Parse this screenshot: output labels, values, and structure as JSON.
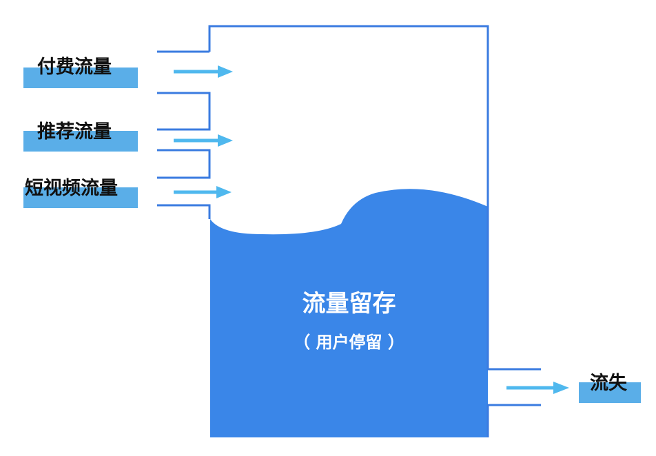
{
  "inlets": [
    {
      "label": "付费流量"
    },
    {
      "label": "推荐流量"
    },
    {
      "label": "短视频流量"
    }
  ],
  "tank": {
    "title": "流量留存",
    "subtitle": "（ 用户停留 ）"
  },
  "outlet": {
    "label": "流失"
  },
  "colors": {
    "outline": "#3a7be0",
    "water": "#3a86e8",
    "arrow": "#4fb8ee",
    "label_bar": "#5aaee8",
    "text": "#111111"
  }
}
